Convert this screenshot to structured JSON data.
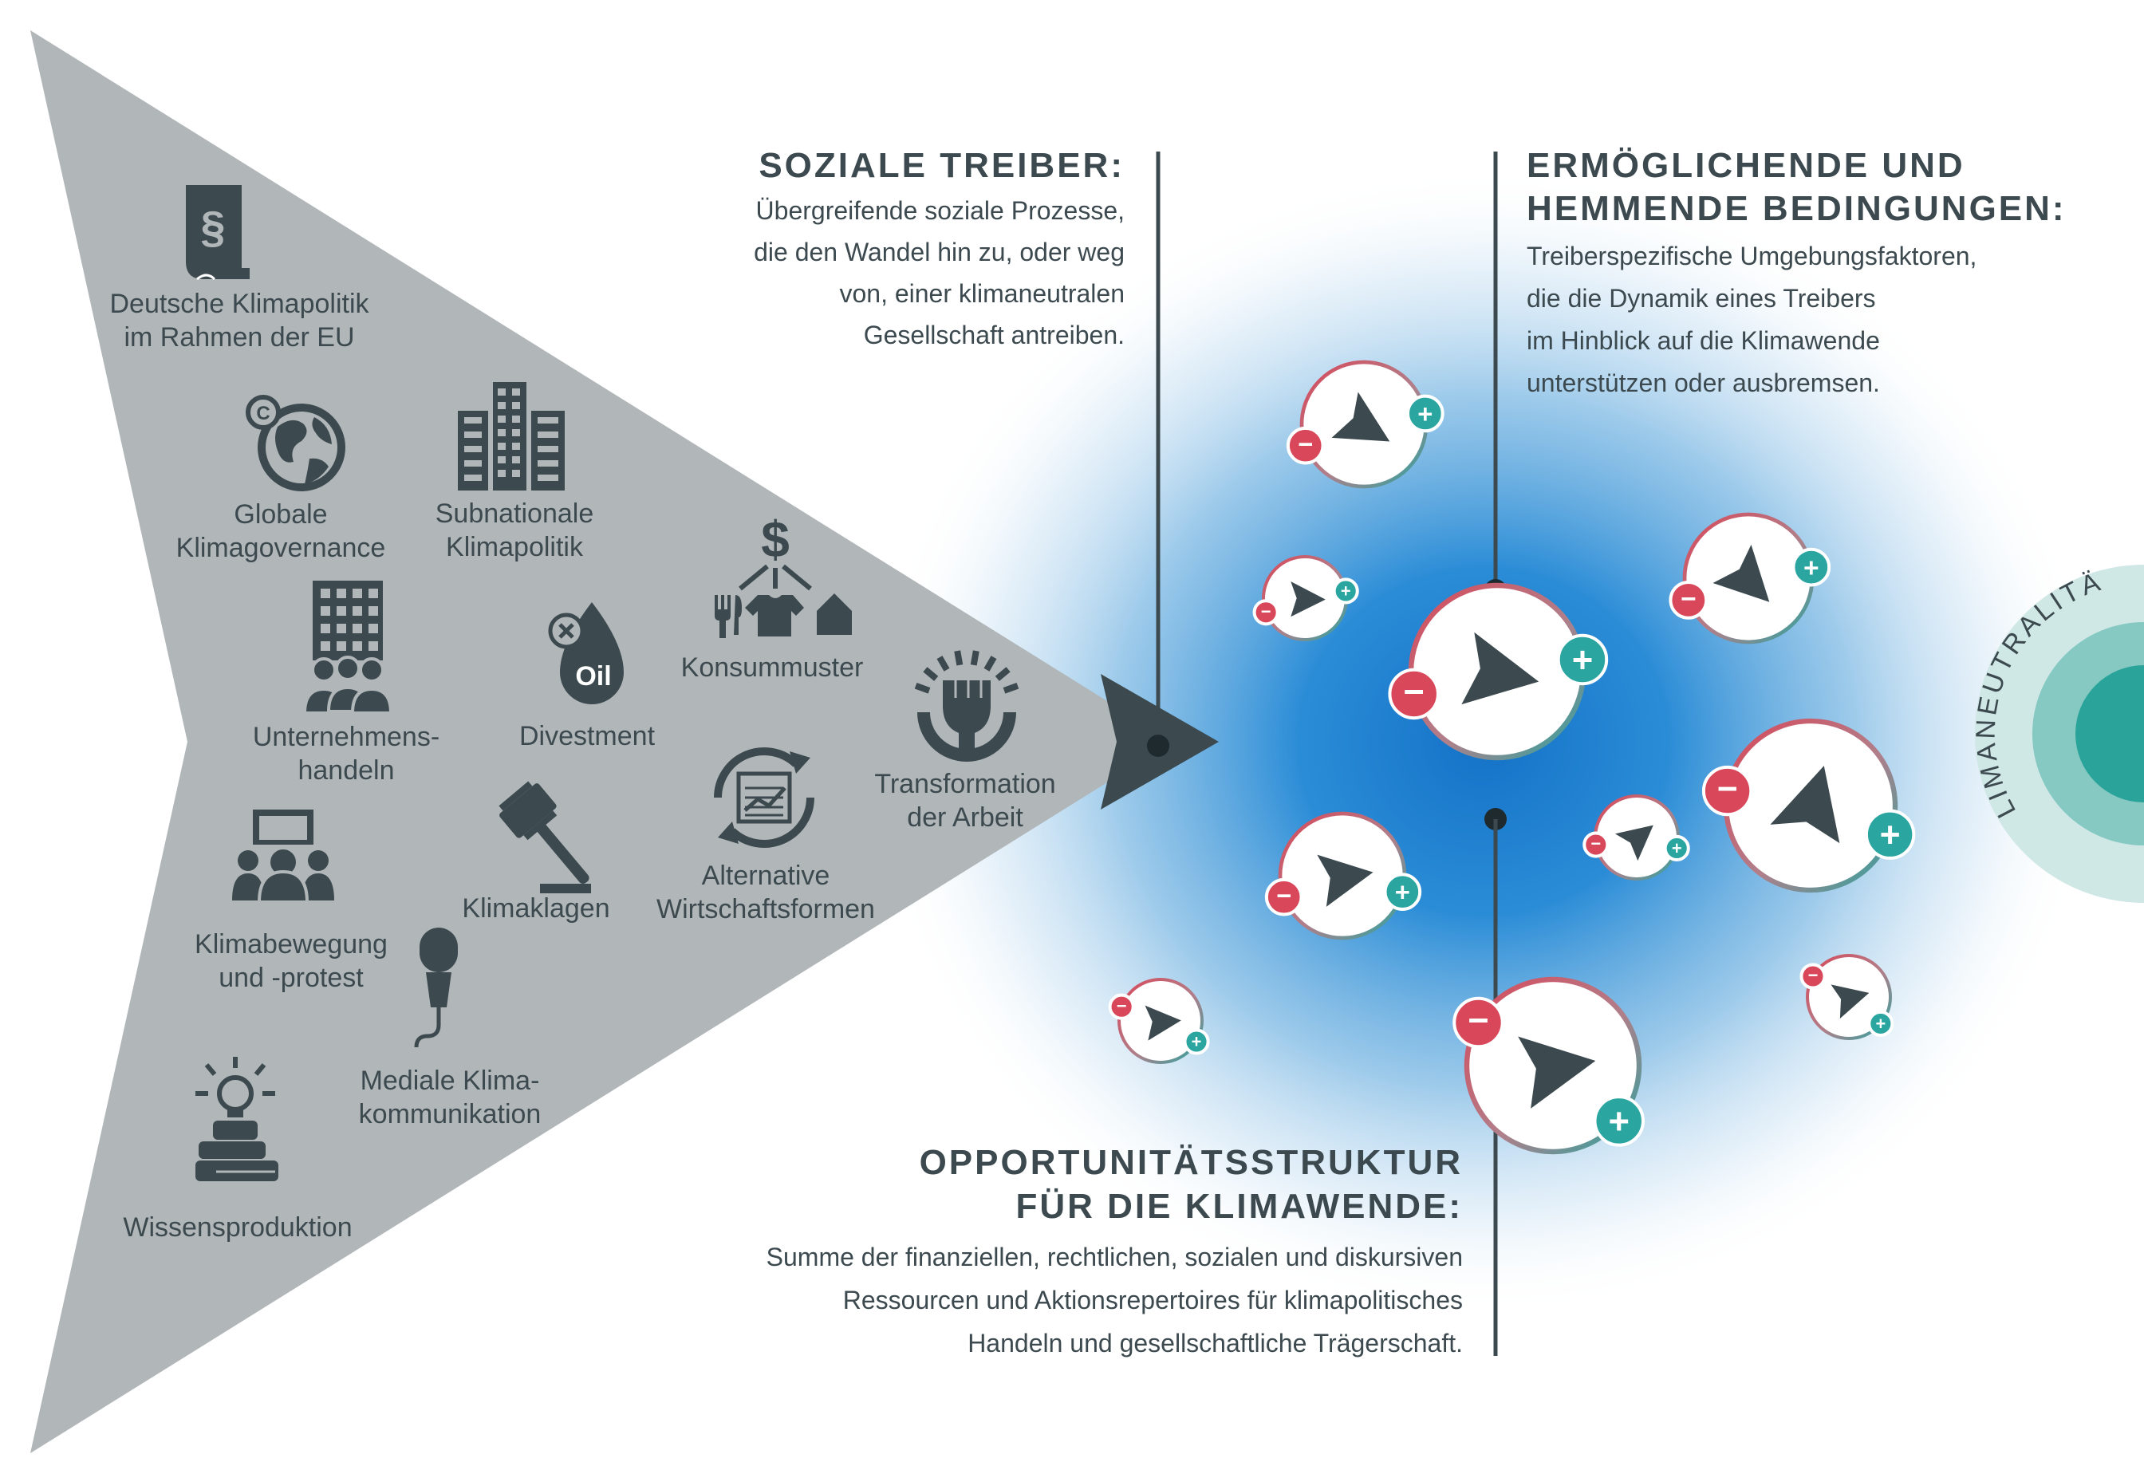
{
  "colors": {
    "arrow_fill": "#b1b6b9",
    "dark": "#3c4a50",
    "minus": "#d9485a",
    "plus": "#2aa5a0",
    "glow": "#1d7fd0",
    "target_outer": "#cfe7e5",
    "target_mid": "#86c9c3",
    "target_inner": "#2aa39a"
  },
  "drivers": [
    {
      "icon": "paragraph-document-icon",
      "lines": [
        "Deutsche Klimapolitik",
        "im Rahmen der EU"
      ]
    },
    {
      "icon": "globe-copyright-icon",
      "lines": [
        "Globale",
        "Klimagovernance"
      ]
    },
    {
      "icon": "city-buildings-icon",
      "lines": [
        "Subnationale",
        "Klimapolitik"
      ]
    },
    {
      "icon": "dollar-consumption-icon",
      "lines": [
        "Konsummuster"
      ]
    },
    {
      "icon": "company-people-icon",
      "lines": [
        "Unternehmens-",
        "handeln"
      ]
    },
    {
      "icon": "oil-drop-icon",
      "lines": [
        "Divestment"
      ]
    },
    {
      "icon": "fist-gear-icon",
      "lines": [
        "Transformation",
        "der Arbeit"
      ]
    },
    {
      "icon": "circular-chart-icon",
      "lines": [
        "Alternative",
        "Wirtschaftsformen"
      ]
    },
    {
      "icon": "gavel-icon",
      "lines": [
        "Klimaklagen"
      ]
    },
    {
      "icon": "protest-group-icon",
      "lines": [
        "Klimabewegung",
        "und -protest"
      ]
    },
    {
      "icon": "microphone-icon",
      "lines": [
        "Mediale Klima-",
        "kommunikation"
      ]
    },
    {
      "icon": "lightbulb-books-icon",
      "lines": [
        "Wissensproduktion"
      ]
    }
  ],
  "oil_icon_text": "Oil",
  "soziale_treiber": {
    "heading": "SOZIALE TREIBER:",
    "lines": [
      "Übergreifende soziale Prozesse,",
      "die den Wandel hin zu, oder weg",
      "von, einer klimaneutralen",
      "Gesellschaft antreiben."
    ]
  },
  "bedingungen": {
    "heading_lines": [
      "ERMÖGLICHENDE UND",
      "HEMMENDE BEDINGUNGEN:"
    ],
    "lines": [
      "Treiberspezifische Umgebungsfaktoren,",
      "die die Dynamik eines Treibers",
      "im Hinblick auf die Klimawende",
      "unterstützen oder ausbremsen."
    ]
  },
  "opportunitaet": {
    "heading_lines": [
      "OPPORTUNITÄTSSTRUKTUR",
      "FÜR DIE KLIMAWENDE:"
    ],
    "lines": [
      "Summe der finanziellen, rechtlichen, sozialen und diskursiven",
      "Ressourcen und Aktionsrepertoires für klimapolitisches",
      "Handeln und gesellschaftliche Trägerschaft."
    ]
  },
  "target_label": "KLIMANEUTRALITÄT",
  "minus_symbol": "−",
  "plus_symbol": "+"
}
